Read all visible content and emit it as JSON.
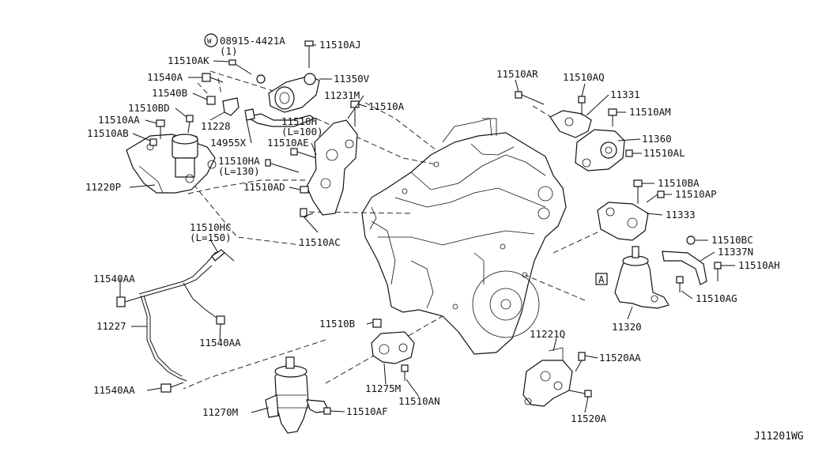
{
  "labels": {
    "washer_code": "08915-4421A",
    "washer_qty": "(1)",
    "bolt_aj": "11510AJ",
    "bolt_ak": "11510AK",
    "mount_350v": "11350V",
    "bolt_540a": "11540A",
    "bolt_540b": "11540B",
    "bolt_bd": "11510BD",
    "bolt_aa": "11510AA",
    "bolt_ab": "11510AB",
    "bracket_1228": "11228",
    "bracket_231m": "11231M",
    "bolt_a": "11510A",
    "hose_h": "11510H",
    "hose_h_len": "(L=100)",
    "hose_14955x": "14955X",
    "bolt_ae": "11510AE",
    "hose_ha": "11510HA",
    "hose_ha_len": "(L=130)",
    "bracket_220p": "11220P",
    "bolt_ad": "11510AD",
    "bolt_ac": "11510AC",
    "bolt_ar": "11510AR",
    "bolt_aq": "11510AQ",
    "bracket_1331": "11331",
    "bolt_am": "11510AM",
    "insulator_1360": "11360",
    "bolt_al": "11510AL",
    "bolt_ba": "11510BA",
    "bolt_ap": "11510AP",
    "bracket_1333": "11333",
    "bolt_bc": "11510BC",
    "bracket_337n": "11337N",
    "bolt_ah": "11510AH",
    "ref_a": "A",
    "bolt_ag": "11510AG",
    "mount_1320": "11320",
    "hose_hc": "11510HC",
    "hose_hc_len": "(L=150)",
    "bolt_540aa_1": "11540AA",
    "tube_1227": "11227",
    "bolt_540aa_2": "11540AA",
    "bolt_540aa_3": "11540AA",
    "bolt_b": "11510B",
    "bracket_275m": "11275M",
    "bolt_an": "11510AN",
    "bracket_221q": "11221Q",
    "bolt_520aa": "11520AA",
    "bolt_520a": "11520A",
    "mount_270m": "11270M",
    "bolt_af": "11510AF",
    "drawing_id": "J11201WG"
  }
}
